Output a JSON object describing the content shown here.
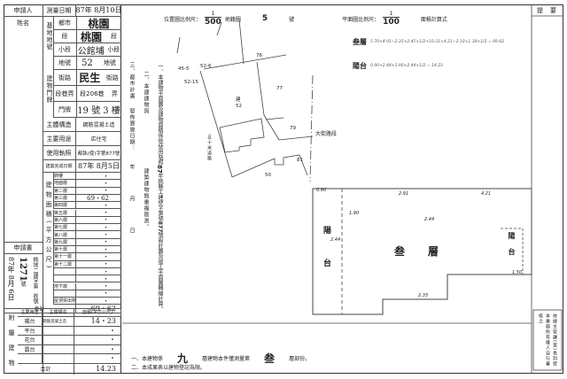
{
  "header": {
    "applicant_label": "申請人",
    "name_label": "姓名",
    "survey_date_label": "測量日期",
    "survey_date": "87年 8月10日"
  },
  "site": {
    "group_label": "基地地號",
    "city_label": "鄉市",
    "city": "桃園",
    "section_label": "段",
    "section": "桃園",
    "section_suffix": "段",
    "subsection_label": "小段",
    "subsection": "公館埔",
    "subsection_suffix": "小段",
    "lot_label": "地號",
    "lot": "52",
    "lot_suffix": "地號"
  },
  "address": {
    "group_label": "建物門牌",
    "street_label": "街路",
    "street": "民生",
    "street_suffix": "街路",
    "lane_label": "段巷弄",
    "lane": "段206巷",
    "lane_suffix": "弄",
    "number_label": "門牌",
    "number": "19 號 3 樓"
  },
  "structure": {
    "label": "主體構造",
    "value": "鋼筋混凝土造"
  },
  "usage": {
    "label": "主要用途",
    "value": "店住宅"
  },
  "permit": {
    "label": "使用執照",
    "value": "都執(使)字第877號"
  },
  "completion": {
    "label": "建築完成日期",
    "value": "87年 8月5日"
  },
  "floors": {
    "group_label": "建物面積(平方公尺)",
    "rows": [
      {
        "name": "騎樓",
        "area": "・"
      },
      {
        "name": "地面層",
        "area": "・"
      },
      {
        "name": "第二層",
        "area": "・"
      },
      {
        "name": "第三層",
        "area": "69・62"
      },
      {
        "name": "第四層",
        "area": "・"
      },
      {
        "name": "第五層",
        "area": "・"
      },
      {
        "name": "第六層",
        "area": "・"
      },
      {
        "name": "第七層",
        "area": "・"
      },
      {
        "name": "第八層",
        "area": "・"
      },
      {
        "name": "第九層",
        "area": "・"
      },
      {
        "name": "第十層",
        "area": "・"
      },
      {
        "name": "第十一層",
        "area": "・"
      },
      {
        "name": "第十二層",
        "area": "・"
      },
      {
        "name": "",
        "area": "・"
      },
      {
        "name": "",
        "area": "・"
      },
      {
        "name": "地下層",
        "area": "・"
      },
      {
        "name": "",
        "area": "・"
      },
      {
        "name": "屋頂突出物",
        "area": "・"
      }
    ],
    "total_label": "合計",
    "total": "69・62"
  },
  "application": {
    "label": "申請書",
    "date": "87年 8月 6日",
    "number_prefix": "桃地二建字第",
    "number": "1271",
    "number_suffix": "號",
    "receipt_label": "收號"
  },
  "annex": {
    "group_label": "附屬建物",
    "headers": [
      "主要用途",
      "主體構造",
      "面積(平方公尺)"
    ],
    "rows": [
      {
        "use": "陽台",
        "structure": "鋼筋混凝土造",
        "area": "14・23"
      },
      {
        "use": "平台",
        "structure": "",
        "area": "・"
      },
      {
        "use": "花台",
        "structure": "",
        "area": "・"
      },
      {
        "use": "露台",
        "structure": "",
        "area": "・"
      },
      {
        "use": "",
        "structure": "",
        "area": "・"
      }
    ],
    "total_label": "合計",
    "total": "14.23"
  },
  "notes": {
    "n1": "一、本建物平面圖及建物面積係依使用執照",
    "n1_year": "87",
    "n1_b": "年桃縣工建使字第號",
    "n1_num": "877",
    "n1_c": "號設計圖及竣工平面圖轉繪計算。",
    "n2": "二、本建建物與",
    "n2_b": "建築建物無重複勘測。",
    "n3": "三、都市計畫",
    "n3_b": "發佈實施日期：",
    "n3_c": "年　月　日"
  },
  "scales": {
    "location_label": "位置圖比例尺：",
    "location_scale_num": "1",
    "location_scale_den": "500",
    "map_sheet_label": "地籍圖",
    "map_sheet": "5",
    "map_sheet_suffix": "號",
    "plan_label": "平面圖比例尺：",
    "plan_scale_num": "1",
    "plan_scale_den": "100",
    "calc_label": "面積計算式"
  },
  "calc": {
    "floor_label": "叁層",
    "floor_formula": "5.70×4.91−2.35×2.45×1/2+10.31×4.21−2.10×1.38×1/2 = 69.62",
    "balcony_label": "陽台",
    "balcony_formula": "0.90×2.44+1.90×2.44×1/2 = 14.23"
  },
  "location_map": {
    "lots": [
      "76",
      "52-6",
      "45-5",
      "52-15",
      "77",
      "建",
      "52",
      "79",
      "81",
      "50"
    ],
    "road": "大街路段",
    "strip": "五十米道路"
  },
  "plan": {
    "floor_label": "叁層",
    "balcony_label": "陽台",
    "dims": [
      "2.91",
      "4.21",
      "2.35",
      "0.90",
      "2.44",
      "1.90",
      "1.50",
      "2.44"
    ]
  },
  "footer": {
    "l1": "一、本建物係",
    "floors_total": "九",
    "l1_b": "層建物本件僅測量第",
    "floor_no": "叁",
    "l1_c": "層部份。",
    "l2": "二、本成果表以建物登記為限。"
  },
  "remarks": {
    "label": "提要",
    "stamp": "依據主管課(室)長判發本業務所有權人自行審核之"
  }
}
